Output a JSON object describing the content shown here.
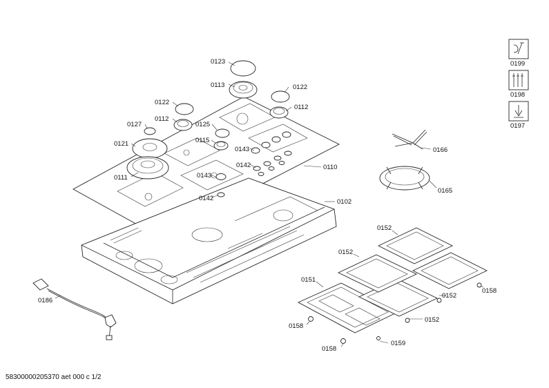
{
  "labels": {
    "l0123": "0123",
    "l0113": "0113",
    "l0122a": "0122",
    "l0122b": "0122",
    "l0112a": "0112",
    "l0112b": "0112",
    "l0127": "0127",
    "l0125": "0125",
    "l0115": "0115",
    "l0121": "0121",
    "l0143a": "0143",
    "l0143b": "0143",
    "l0142a": "0142",
    "l0142b": "0142",
    "l0111": "0111",
    "l0110": "0110",
    "l0102": "0102",
    "l0186": "0186",
    "l0166": "0166",
    "l0165": "0165",
    "l0152a": "0152",
    "l0152b": "0152",
    "l0152c": "0152",
    "l0152d": "0152",
    "l0151": "0151",
    "l0158a": "0158",
    "l0158b": "0158",
    "l0158c": "0158",
    "l0159": "0159",
    "l0199": "0199",
    "l0198": "0198",
    "l0197": "0197"
  },
  "footer": "58300000205370 aet 000 c 1/2"
}
